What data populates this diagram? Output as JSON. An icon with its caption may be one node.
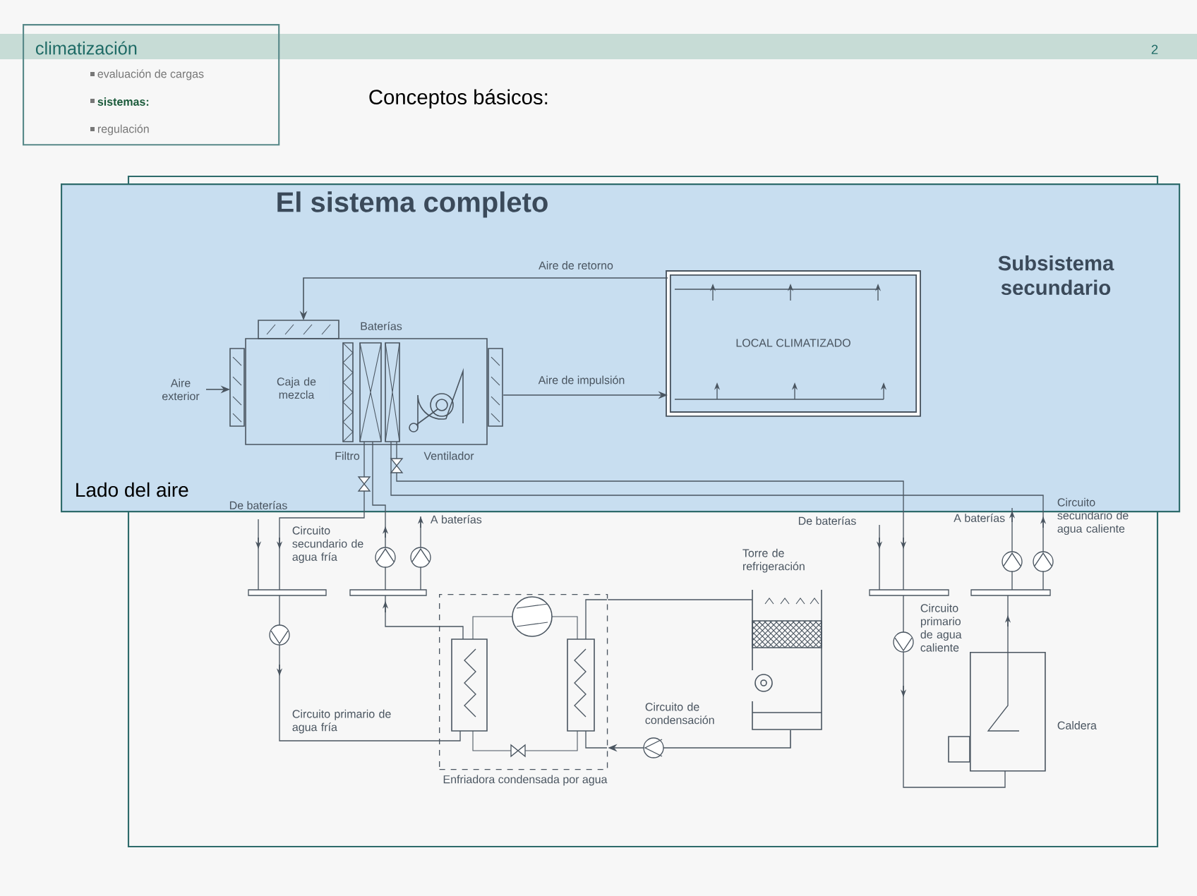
{
  "diagram": {
    "title": "El sistema completo",
    "nodes": [
      {
        "text": [
          "climatización",
          "evaluación de cargas",
          "sistemas:",
          "regulación"
        ]
      },
      {
        "text": [
          "Subsistema secundario",
          "Lado del aire"
        ]
      },
      {
        "text": [
          "Caja de mezcla"
        ],
        "in": 1,
        "beside": [
          "Baterías",
          "Filtro",
          "Ventilador"
        ]
      },
      {
        "text": [
          "LOCAL CLIMATIZADO"
        ],
        "in": 1
      },
      {
        "text": [
          "Torre de refrigeración"
        ]
      },
      {
        "text": [
          "Enfriadora condensada por agua"
        ]
      },
      {
        "text": [
          "Caldera"
        ]
      }
    ],
    "edges": [
      {
        "from": 3,
        "to": 2,
        "arrow": "to",
        "label": "Aire de retorno"
      },
      {
        "from": null,
        "to": 2,
        "arrow": "to",
        "label": "Aire exterior"
      },
      {
        "from": 2,
        "to": 3,
        "arrow": "to",
        "label": "Aire de impulsión"
      },
      {
        "from": 5,
        "to": 4,
        "arrow": "none"
      },
      {
        "from": 4,
        "to": 5,
        "arrow": "to",
        "label": "Circuito de condensación"
      }
    ],
    "labels": [
      "2",
      "Conceptos básicos:",
      "De baterías",
      "Circuito secundario de agua fría",
      "A baterías",
      "Circuito primario de agua fría",
      "De baterías",
      "A baterías",
      "Circuito secundario de agua caliente",
      "Circuito primario de agua caliente"
    ]
  }
}
